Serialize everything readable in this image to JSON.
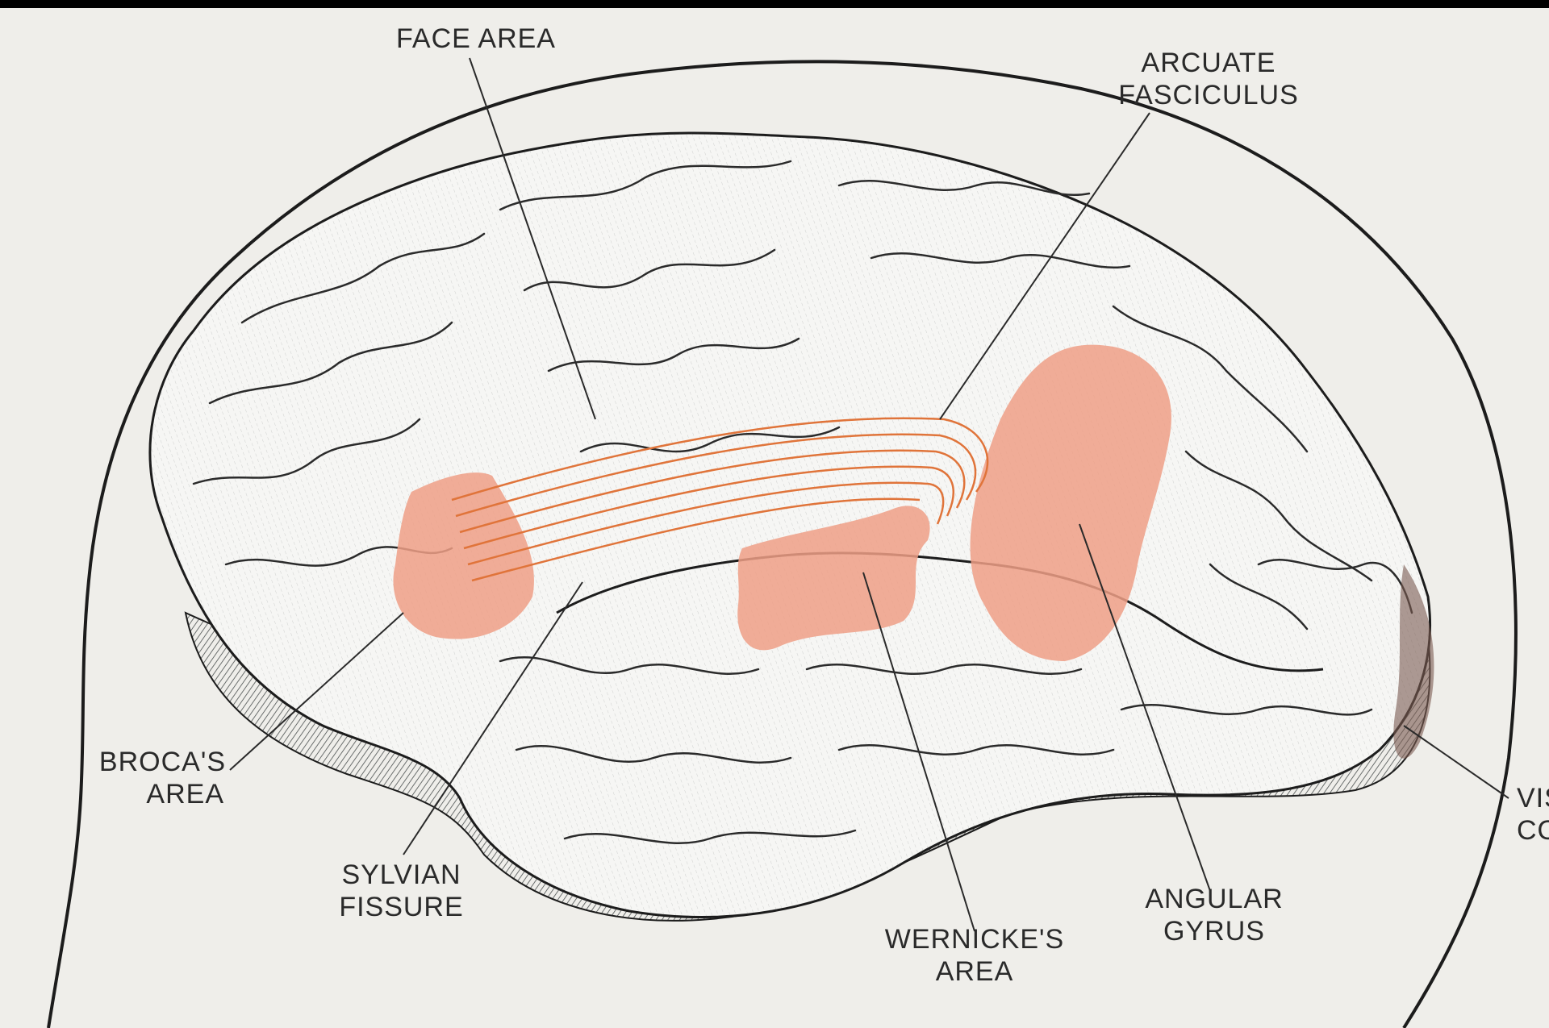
{
  "colors": {
    "background": "#efeeea",
    "outline": "#1c1c1c",
    "brain_fill": "#f6f6f4",
    "shading": "#4a4f4f",
    "highlight": "#ef9f86",
    "fasciculus": "#e0743a"
  },
  "labels": {
    "face_area": "FACE AREA",
    "arcuate": [
      "ARCUATE",
      "FASCICULUS"
    ],
    "brocas": [
      "BROCA'S",
      "AREA"
    ],
    "sylvian": [
      "SYLVIAN",
      "FISSURE"
    ],
    "wernickes": [
      "WERNICKE'S",
      "AREA"
    ],
    "angular": [
      "ANGULAR",
      "GYRUS"
    ],
    "visual": [
      "VIS",
      "CO"
    ]
  }
}
